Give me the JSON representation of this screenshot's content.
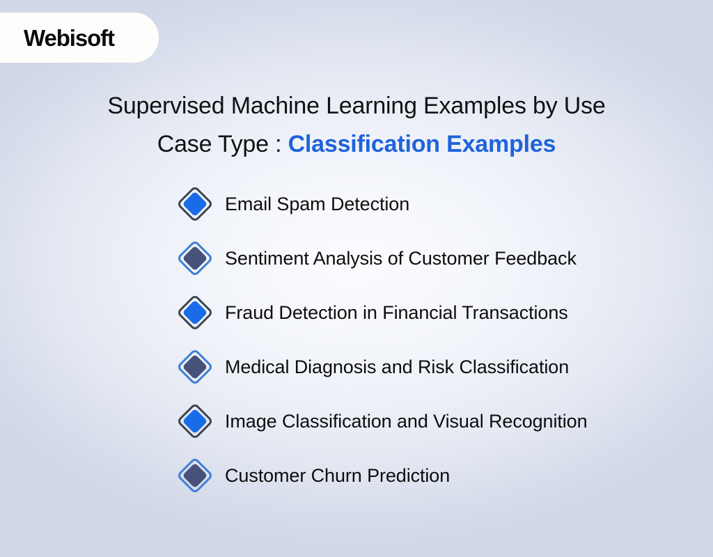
{
  "brand": {
    "logo_text": "Webisoft"
  },
  "title": {
    "line1": "Supervised Machine Learning Examples by Use",
    "line2_prefix": "Case Type : ",
    "line2_accent": "Classification Examples",
    "accent_color": "#1f63da",
    "text_color": "#111111"
  },
  "list": {
    "items": [
      {
        "label": "Email Spam Detection",
        "marker": "diamond-icon",
        "style": "variant-a",
        "fill": "#1a6be8",
        "stroke": "#3c4450"
      },
      {
        "label": "Sentiment Analysis of Customer Feedback",
        "marker": "diamond-icon",
        "style": "variant-b",
        "fill": "#47527a",
        "stroke": "#3e7fd4"
      },
      {
        "label": "Fraud Detection in Financial Transactions",
        "marker": "diamond-icon",
        "style": "variant-a",
        "fill": "#1a6be8",
        "stroke": "#3c4450"
      },
      {
        "label": "Medical Diagnosis and Risk Classification",
        "marker": "diamond-icon",
        "style": "variant-b",
        "fill": "#47527a",
        "stroke": "#3e7fd4"
      },
      {
        "label": "Image Classification and Visual Recognition",
        "marker": "diamond-icon",
        "style": "variant-a",
        "fill": "#1a6be8",
        "stroke": "#3c4450"
      },
      {
        "label": "Customer Churn Prediction",
        "marker": "diamond-icon",
        "style": "variant-b",
        "fill": "#47527a",
        "stroke": "#3e7fd4"
      }
    ]
  },
  "background": {
    "center_color": "#fbfcfe",
    "edge_color": "#d1d7e7"
  }
}
